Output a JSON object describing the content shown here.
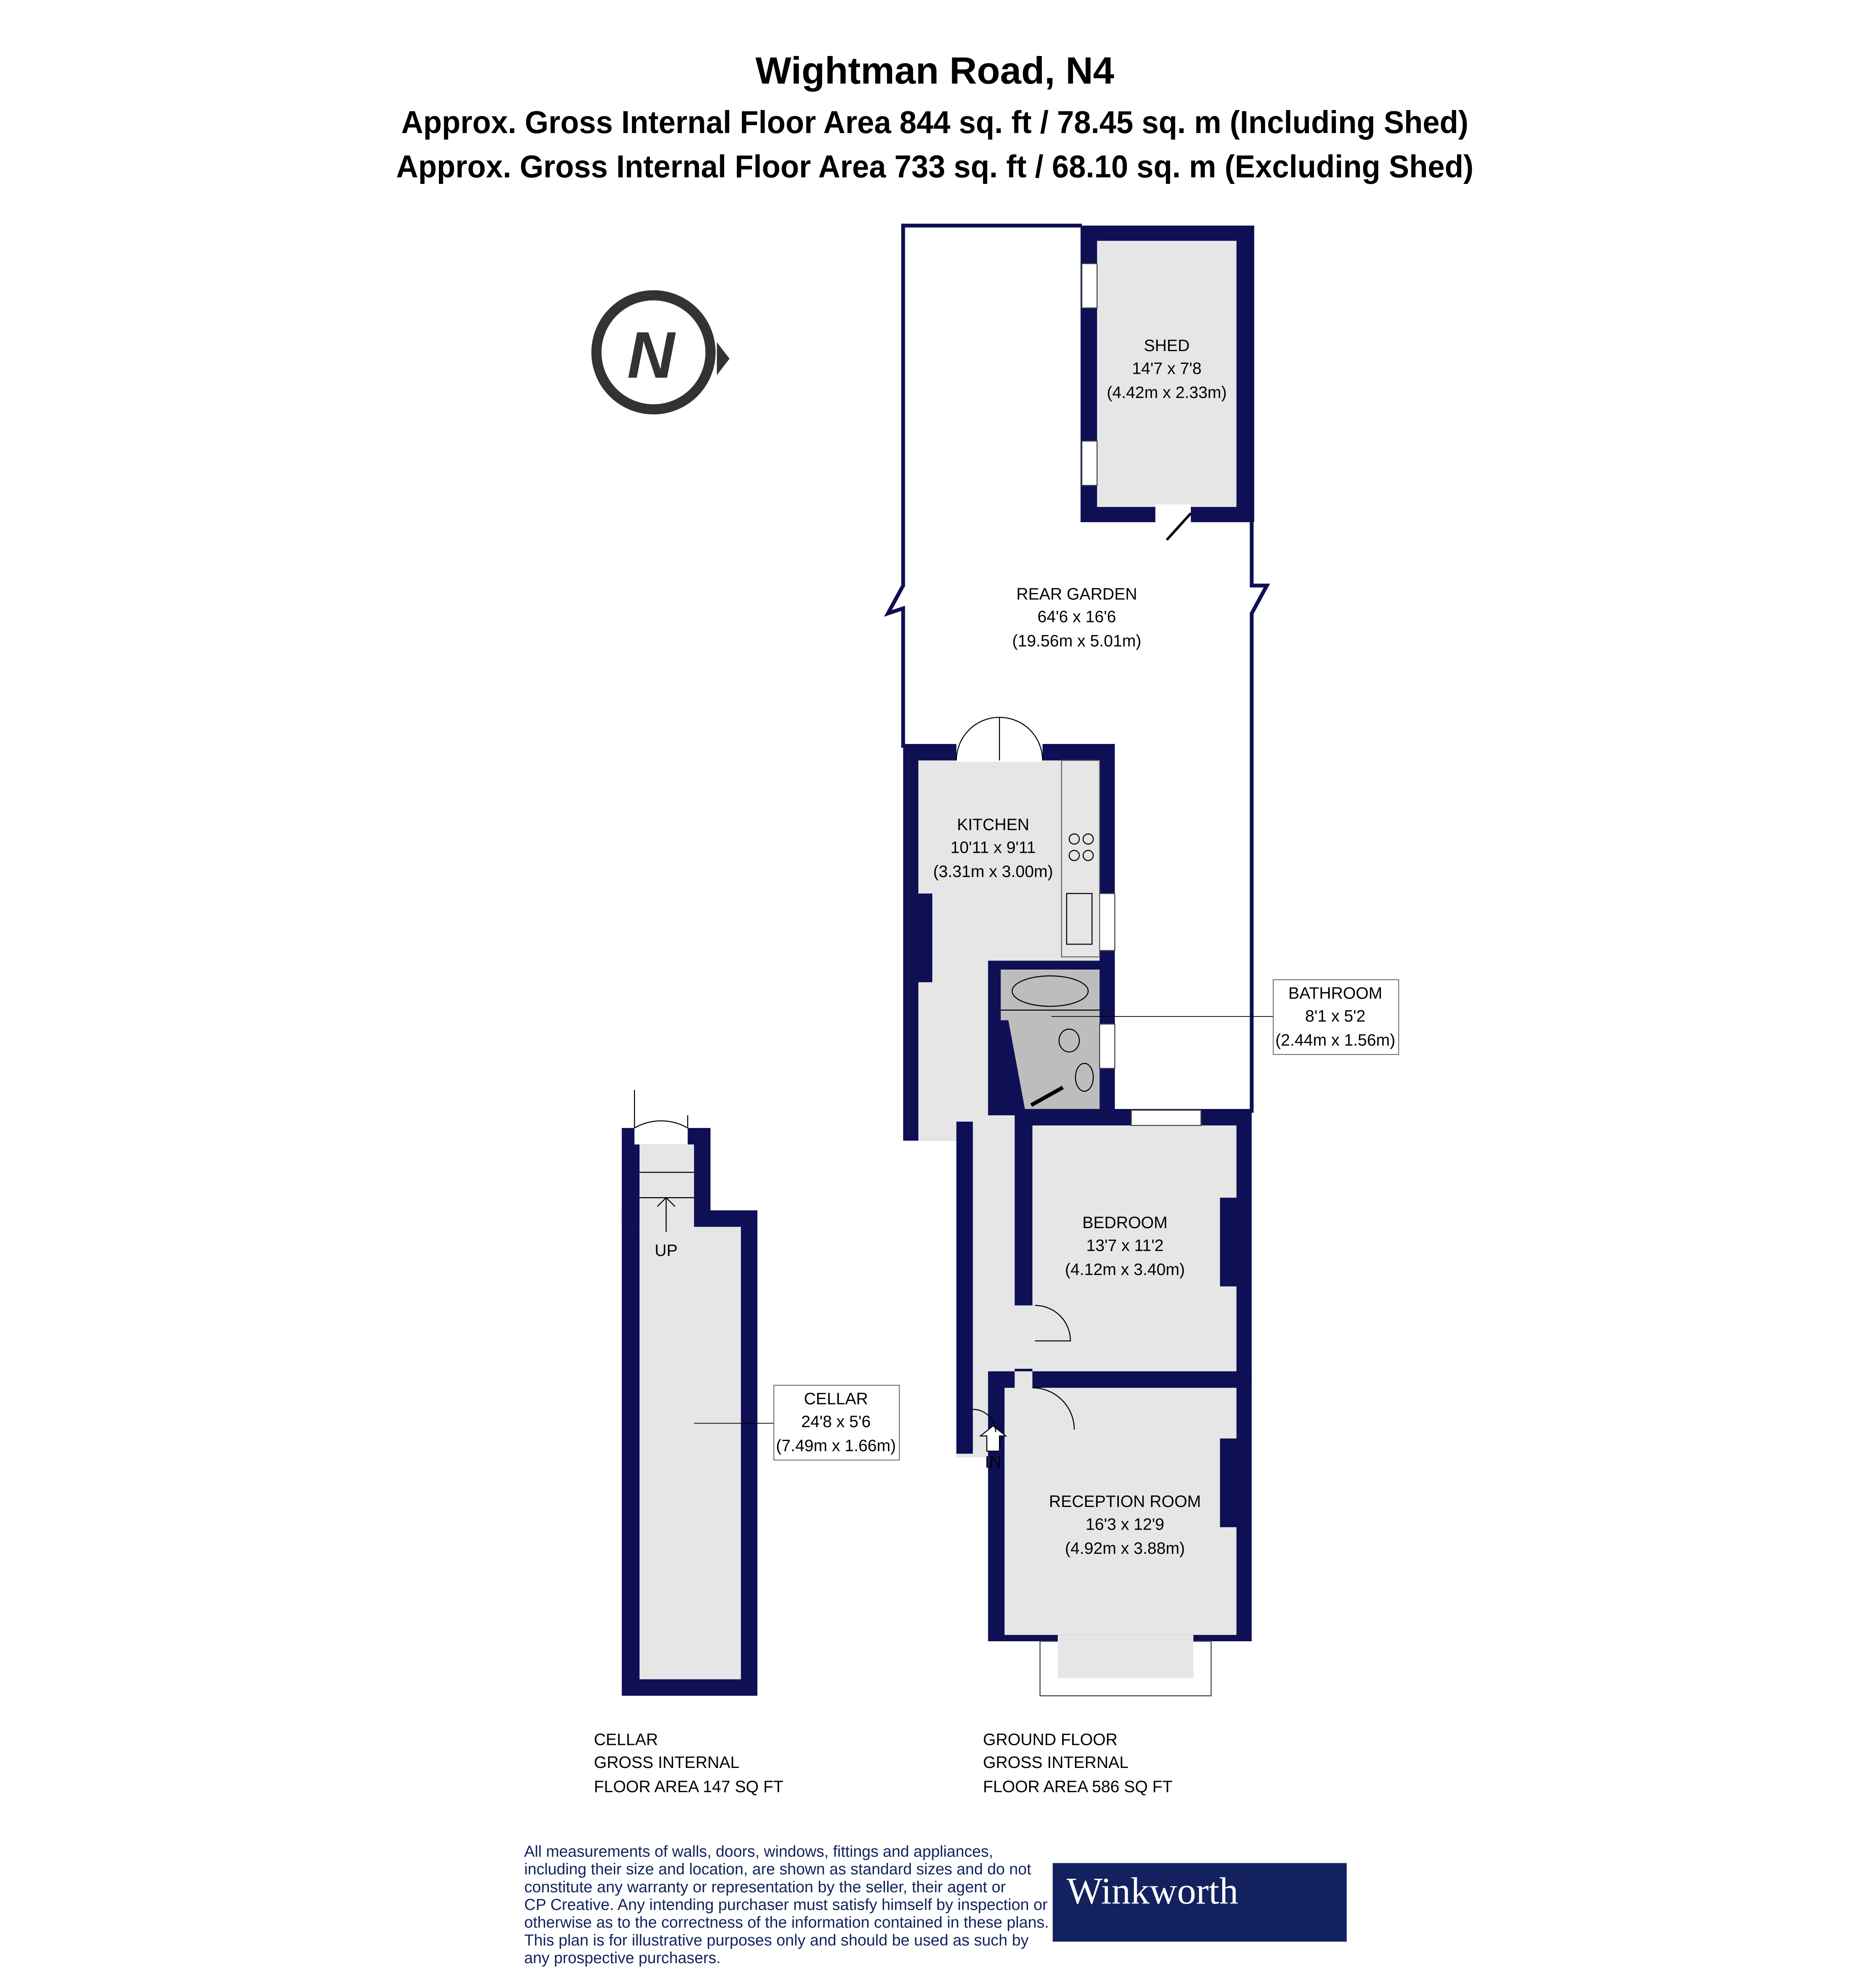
{
  "header": {
    "title": "Wightman Road, N4",
    "subtitle_including": "Approx. Gross Internal Floor Area 844 sq. ft / 78.45 sq. m (Including Shed)",
    "subtitle_excluding": "Approx. Gross Internal Floor Area 733 sq. ft / 68.10 sq. m (Excluding Shed)"
  },
  "compass": {
    "letter": "N"
  },
  "rooms": {
    "shed": {
      "name": "SHED",
      "imperial": "14'7 x 7'8",
      "metric": "(4.42m x 2.33m)"
    },
    "rear_garden": {
      "name": "REAR GARDEN",
      "imperial": "64'6 x 16'6",
      "metric": "(19.56m x 5.01m)"
    },
    "kitchen": {
      "name": "KITCHEN",
      "imperial": "10'11 x 9'11",
      "metric": "(3.31m x 3.00m)"
    },
    "bathroom": {
      "name": "BATHROOM",
      "imperial": "8'1 x 5'2",
      "metric": "(2.44m x 1.56m)"
    },
    "bedroom": {
      "name": "BEDROOM",
      "imperial": "13'7 x 11'2",
      "metric": "(4.12m x 3.40m)"
    },
    "reception": {
      "name": "RECEPTION ROOM",
      "imperial": "16'3 x 12'9",
      "metric": "(4.92m x 3.88m)"
    },
    "cellar": {
      "name": "CELLAR",
      "imperial": "24'8 x 5'6",
      "metric": "(7.49m x 1.66m)"
    }
  },
  "markers": {
    "up": "UP",
    "in": "IN"
  },
  "floor_areas": {
    "cellar": [
      "CELLAR",
      "GROSS INTERNAL",
      "FLOOR AREA 147 SQ FT"
    ],
    "ground": [
      "GROUND FLOOR",
      "GROSS INTERNAL",
      "FLOOR AREA 586 SQ FT"
    ]
  },
  "disclaimer": [
    "All measurements of walls, doors, windows, fittings and appliances,",
    "including their size and location, are shown as standard sizes and do not",
    "constitute any warranty or representation by the seller, their agent or",
    "CP Creative. Any intending purchaser must satisfy himself by inspection or",
    "otherwise as to the correctness of the information contained in these plans.",
    "This plan is for illustrative purposes only and should be used as such by",
    "any prospective purchasers."
  ],
  "logo": {
    "text": "Winkworth",
    "bg_color": "#13225f"
  },
  "colors": {
    "wall": "#0f0f55",
    "floor": "#e6e6e6",
    "bathroom": "#bdbdbd"
  }
}
